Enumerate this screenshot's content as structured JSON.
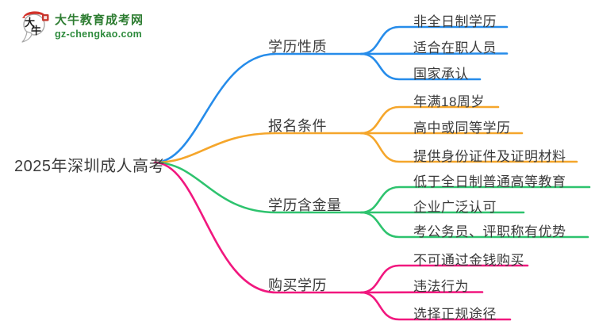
{
  "logo": {
    "bubble_char1": "大",
    "bubble_char2": "牛",
    "site_name": "大牛教育成考网",
    "site_url": "gz-chengkao.com",
    "brand_green": "#2e7d32",
    "hat_red": "#d2332b",
    "seal_red": "#c5352c"
  },
  "root": {
    "label": "2025年深圳成人高考"
  },
  "branches": [
    {
      "label": "学历性质",
      "color": "#268CEA",
      "children": [
        "非全日制学历",
        "适合在职人员",
        "国家承认"
      ]
    },
    {
      "label": "报名条件",
      "color": "#F5A62B",
      "children": [
        "年满18周岁",
        "高中或同等学历",
        "提供身份证件及证明材料"
      ]
    },
    {
      "label": "学历含金量",
      "color": "#2EC36E",
      "children": [
        "低于全日制普通高等教育",
        "企业广泛认可",
        "考公务员、评职称有优势"
      ]
    },
    {
      "label": "购买学历",
      "color": "#F1187F",
      "children": [
        "不可通过金钱购买",
        "违法行为",
        "选择正规途径"
      ]
    }
  ]
}
